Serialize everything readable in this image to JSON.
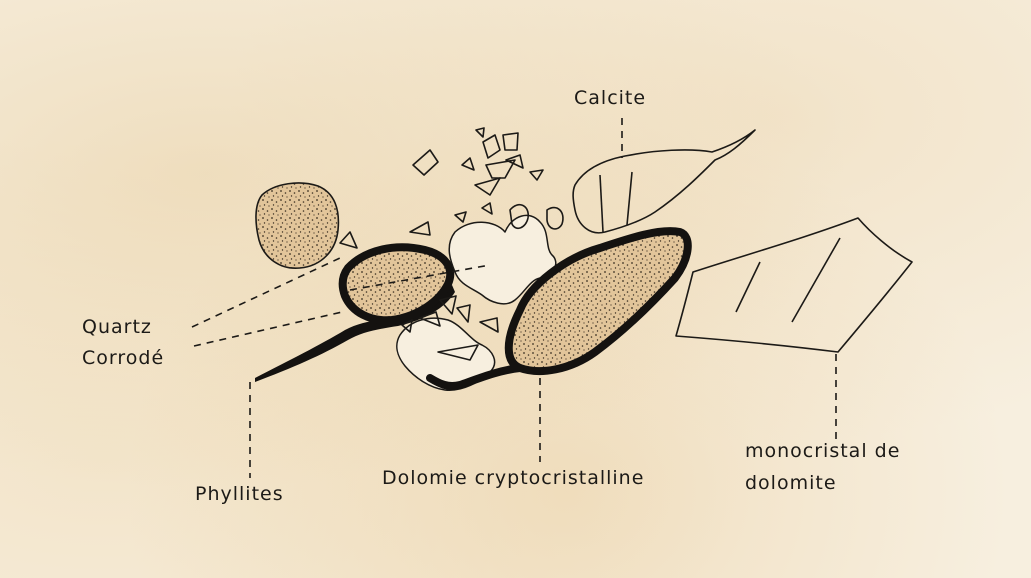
{
  "labels": {
    "calcite": "Calcite",
    "quartz": "Quartz",
    "corrode": "Corrodé",
    "phyllites": "Phyllites",
    "dolomie": "Dolomie cryptocristalline",
    "monocristal_1": "monocristal de",
    "monocristal_2": "dolomite"
  },
  "colors": {
    "paper": "#f7efdf",
    "stain": "#e0be82",
    "ink": "#1c1a17",
    "grain_fill": "#d9b98a"
  }
}
